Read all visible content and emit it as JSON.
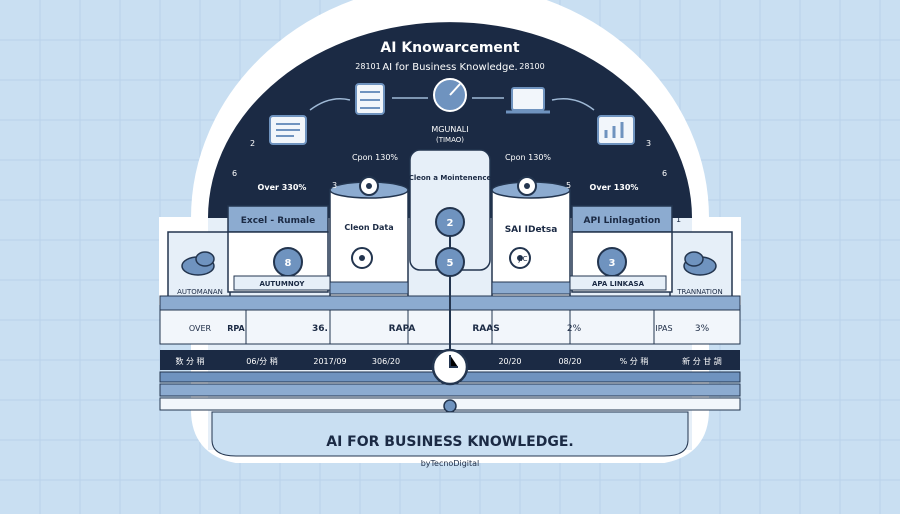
{
  "header": {
    "title": "AI Knowarcement",
    "subtitle": "AI for Business Knowledge.",
    "tag_left": "28101",
    "tag_right": "28100"
  },
  "center_labels": {
    "top_caption": "MGUNALI",
    "top_caption_sub": "(TIMAO)",
    "left_percent": "Cpon 130%",
    "right_percent": "Cpon 130%",
    "left_over": "Over 330%",
    "right_over": "Over 130%",
    "center_card": "Cleon a Mointenence"
  },
  "numbers": {
    "n_left_top": "2",
    "n_left_mid": "3",
    "n_left_far": "6",
    "n_right_top": "3",
    "n_right_mid": "5",
    "n_right_far": "6",
    "n_right_edge": "1"
  },
  "modules": {
    "left_title": "Excel - Rumale",
    "left_inner": "Cleon Data",
    "left_circle": "8",
    "left_sub": "AUTUMNOY",
    "left_bar": "AUTOMANAN",
    "center_top_circle": "2",
    "center_bottom_circle": "5",
    "right_title": "SAI IDetsa",
    "right_inner": "JIC",
    "right_api": "API Linlagation",
    "right_circle": "3",
    "right_sub": "APA LINKASA",
    "right_bar": "TRANNATION"
  },
  "strip": {
    "over": "OVER",
    "rpa_left": "RPA",
    "pct_left": "36.",
    "rpa_center": "RAPA",
    "raas": "RAAS",
    "pct_right": "2%",
    "ipas": "IPAS",
    "pct_far": "3%"
  },
  "timeline": {
    "items": [
      "数 分 稍",
      "06/分 稍",
      "2017/09",
      "306/20",
      "20/20",
      "08/20",
      "% 分 稍",
      "新 分 甘 調"
    ]
  },
  "footer": {
    "title": "AI FOR BUSINESS KNOWLEDGE.",
    "byline": "byTecnoDigital"
  },
  "colors": {
    "navy": "#1b2a44",
    "mid_blue": "#6f93bf",
    "light_blue": "#c9dff2",
    "pale": "#e6eff8",
    "outline": "#23354f"
  }
}
